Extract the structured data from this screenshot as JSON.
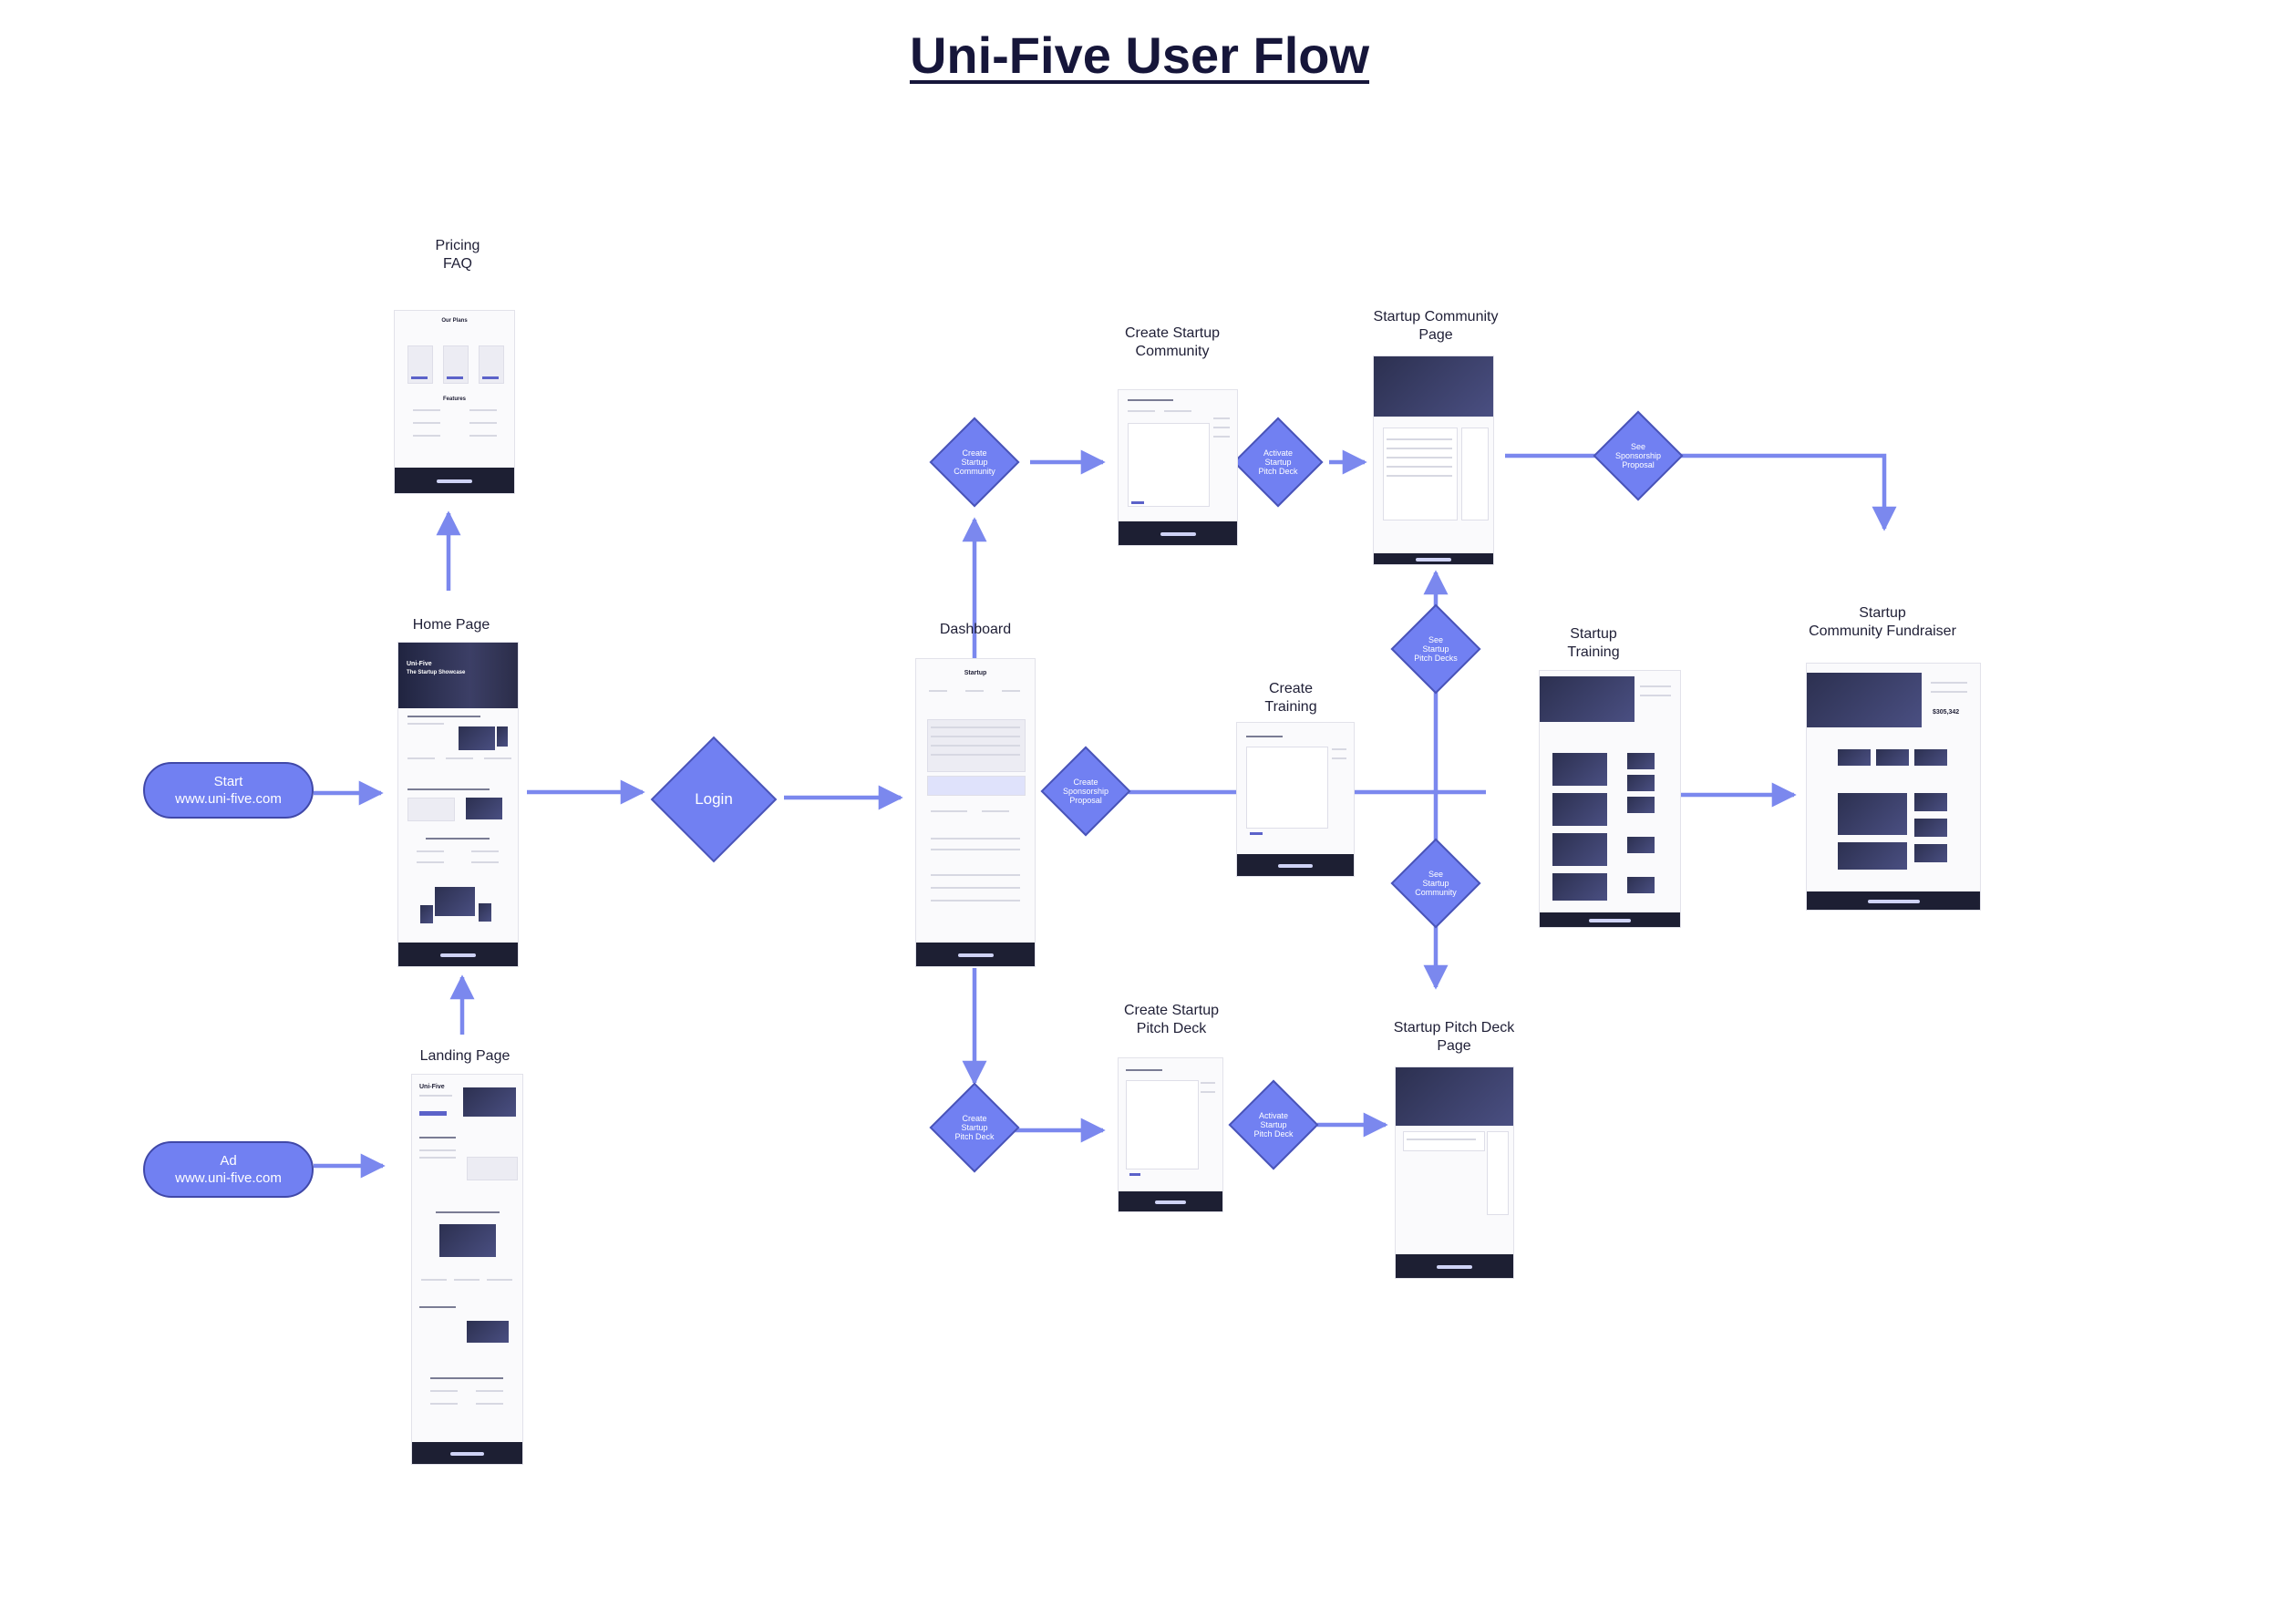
{
  "title": "Uni-Five User Flow",
  "start_nodes": {
    "start": "Start\nwww.uni-five.com",
    "ad": "Ad\nwww.uni-five.com"
  },
  "decisions": {
    "login": "Login",
    "create_startup_community": "Create\nStartup\nCommunity",
    "activate_pitch_deck_top": "Activate\nStartup\nPitch Deck",
    "see_sponsorship": "See\nSponsorship\nProposal",
    "create_sponsorship": "Create\nSponsorship\nProposal",
    "see_pitch_decks": "See\nStartup\nPitch Decks",
    "see_community": "See\nStartup\nCommunity",
    "create_pitch_deck": "Create\nStartup\nPitch Deck",
    "activate_pitch_deck_bottom": "Activate\nStartup\nPitch Deck"
  },
  "pages": {
    "pricing": "Pricing\nFAQ",
    "home": "Home Page",
    "landing": "Landing Page",
    "dashboard": "Dashboard",
    "create_community": "Create Startup\nCommunity",
    "community_page": "Startup Community\nPage",
    "create_training": "Create\nTraining",
    "training": "Startup\nTraining",
    "fundraiser": "Startup\nCommunity Fundraiser",
    "create_pitch_deck": "Create Startup\nPitch Deck",
    "pitch_deck_page": "Startup Pitch Deck\nPage"
  },
  "mockup_text": {
    "pricing_heading": "Our Plans",
    "pricing_features": "Features",
    "home_hero_title": "Uni-Five",
    "home_hero_sub": "The Startup Showcase",
    "landing_hero_title": "Uni-Five",
    "dashboard_heading": "Startup",
    "fundraiser_amount": "$305,342"
  },
  "colors": {
    "accent": "#7180f2",
    "accent_border": "#4a54b8",
    "arrow": "#7b88ee",
    "footer": "#1d1f33",
    "title": "#16163a"
  }
}
